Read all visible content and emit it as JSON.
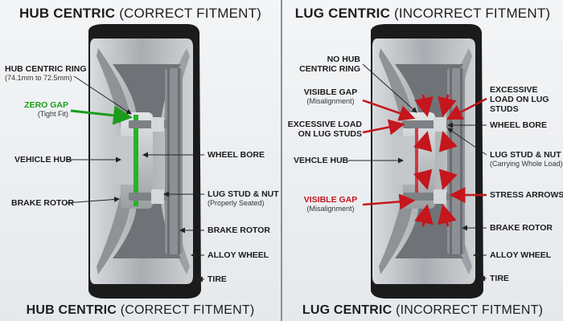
{
  "left": {
    "title_bold": "HUB CENTRIC",
    "title_rest": " (CORRECT FITMENT)",
    "labels": {
      "hub_ring": "HUB CENTRIC RING",
      "hub_ring_sub": "(74.1mm to 72.5mm)",
      "zero_gap": "ZERO GAP",
      "zero_gap_sub": "(Tight Fit)",
      "vehicle_hub": "VEHICLE HUB",
      "brake_rotor_left": "BRAKE ROTOR",
      "wheel_bore": "WHEEL BORE",
      "lug_stud": "LUG STUD & NUT",
      "lug_stud_sub": "(Properly Seated)",
      "brake_rotor_right": "BRAKE ROTOR",
      "alloy_wheel": "ALLOY WHEEL",
      "tire": "TIRE"
    }
  },
  "right": {
    "title_bold": "LUG CENTRIC",
    "title_rest": " (INCORRECT FITMENT)",
    "labels": {
      "no_hub_ring": "NO HUB CENTRIC RING",
      "visible_gap_top": "VISIBLE GAP",
      "visible_gap_top_sub": "(Misalignment)",
      "excessive_load_left": "EXCESSIVE LOAD ON LUG STUDS",
      "vehicle_hub": "VEHCLE HUB",
      "visible_gap_bottom": "VISIBLE GAP",
      "visible_gap_bottom_sub": "(Misalignment)",
      "excessive_load_right": "EXCESSIVE LOAD ON LUG STUDS",
      "wheel_bore": "WHEEL BORE",
      "lug_stud": "LUG STUD & NUT",
      "lug_stud_sub": "(Carrying Whole Load)",
      "stress_arrows": "STRESS ARROWS",
      "brake_rotor": "BRAKE ROTOR",
      "alloy_wheel": "ALLOY WHEEL",
      "tire": "TIRE"
    }
  },
  "bottom_left": {
    "title_bold": "HUB CENTRIC",
    "title_rest": " (CORRECT FITMENT)"
  },
  "bottom_right": {
    "title_bold": "LUG CENTRIC",
    "title_rest": " (INCORRECT FITMENT)"
  },
  "colors": {
    "correct": "#1a9c1a",
    "incorrect": "#c4161c",
    "tire": "#1b1b1b",
    "alloy": "#b9bdc1"
  }
}
